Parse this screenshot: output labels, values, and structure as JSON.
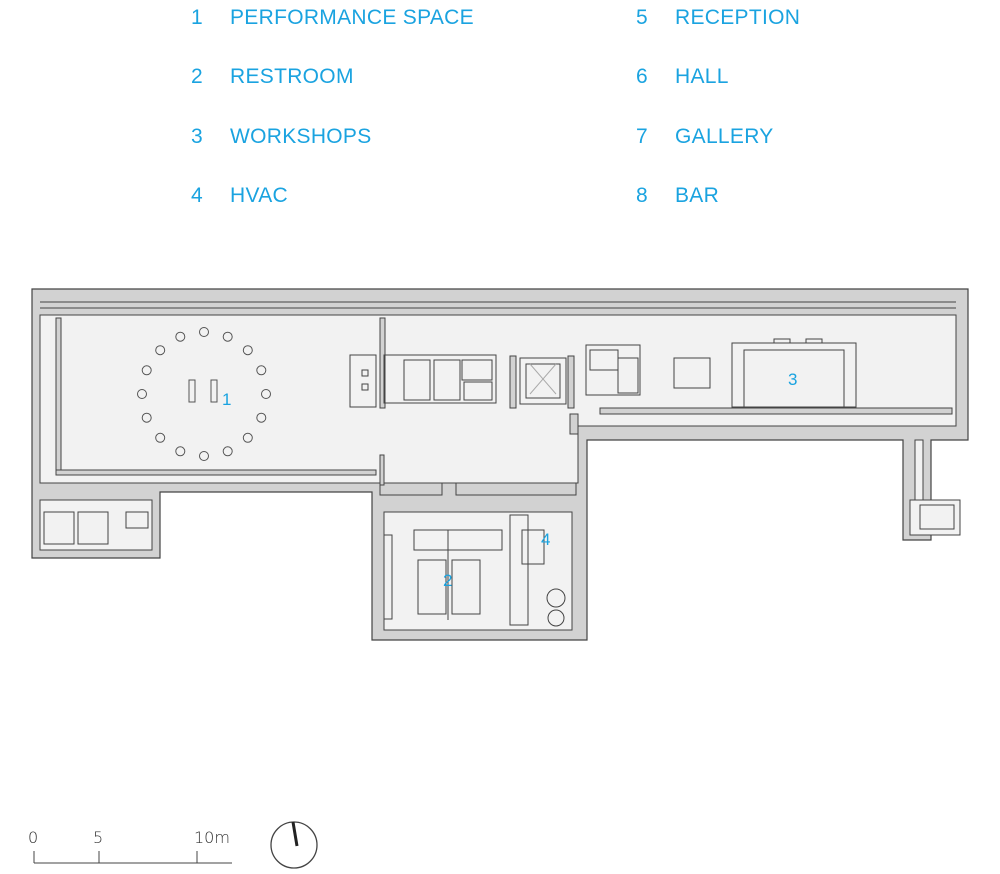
{
  "legend": [
    {
      "num": "1",
      "label": "PERFORMANCE SPACE"
    },
    {
      "num": "2",
      "label": "RESTROOM"
    },
    {
      "num": "3",
      "label": "WORKSHOPS"
    },
    {
      "num": "4",
      "label": "HVAC"
    },
    {
      "num": "5",
      "label": "RECEPTION"
    },
    {
      "num": "6",
      "label": "HALL"
    },
    {
      "num": "7",
      "label": "GALLERY"
    },
    {
      "num": "8",
      "label": "BAR"
    }
  ],
  "plan": {
    "room_numbers": [
      "1",
      "2",
      "3",
      "4"
    ]
  },
  "scale_bar": {
    "ticks": [
      "0",
      "5",
      "10m"
    ]
  },
  "colors": {
    "accent": "#1aa3e0",
    "wall": "#d2d2d2",
    "floor": "#f2f2f2",
    "line": "#333333"
  },
  "icons": [
    "north-arrow-icon"
  ]
}
